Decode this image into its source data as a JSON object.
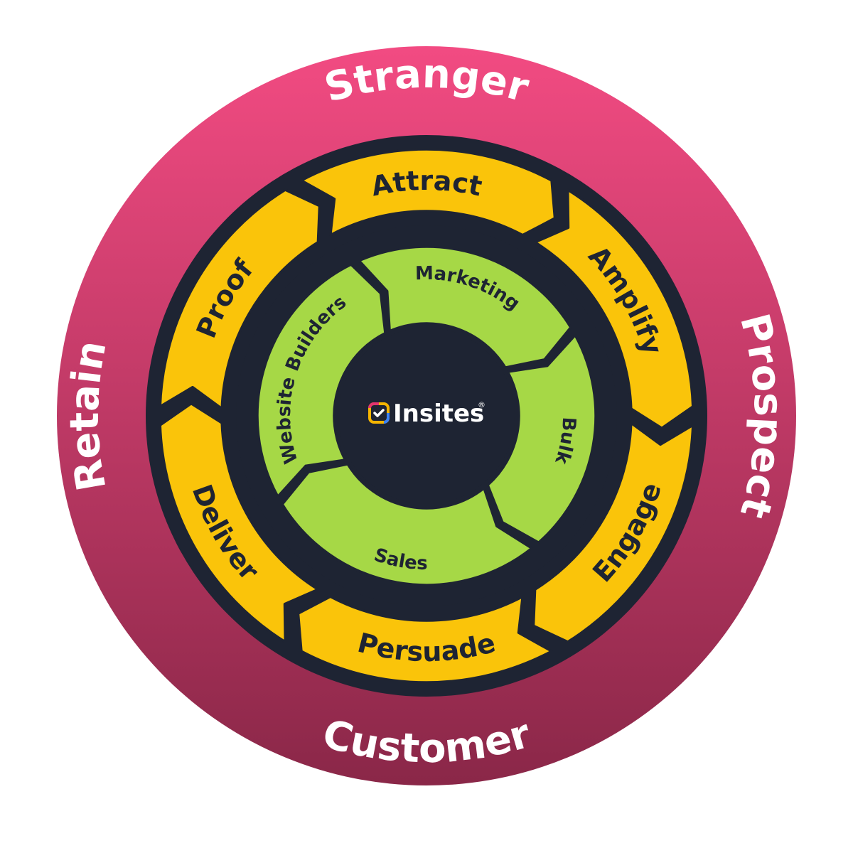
{
  "colors": {
    "outer_top": "#f24b82",
    "outer_bottom": "#8a2748",
    "dark_ring": "#1e2433",
    "yellow": "#fac40a",
    "green": "#a6d846",
    "logo_icon": [
      "#f5b400",
      "#e2356f",
      "#3b82f6",
      "#8bd346"
    ]
  },
  "outer_ring": {
    "labels": [
      {
        "text": "Stranger",
        "position": "top"
      },
      {
        "text": "Prospect",
        "position": "right"
      },
      {
        "text": "Customer",
        "position": "bottom"
      },
      {
        "text": "Retain",
        "position": "left"
      }
    ]
  },
  "middle_ring": {
    "stages": [
      "Attract",
      "Amplify",
      "Engage",
      "Persuade",
      "Deliver",
      "Proof"
    ]
  },
  "inner_ring": {
    "segments": [
      "Marketing",
      "Bulk",
      "Sales",
      "Website Builders"
    ]
  },
  "center": {
    "brand": "Insites",
    "registered_mark": "®",
    "logo_icon": "insites-check-logo-icon"
  }
}
